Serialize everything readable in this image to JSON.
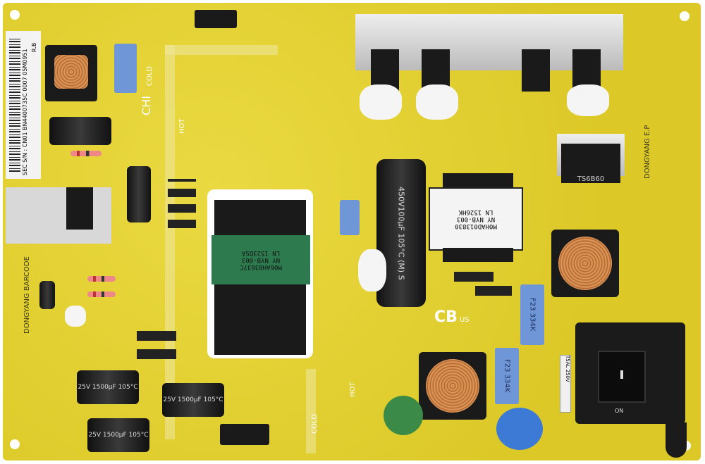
{
  "barcode": {
    "text": "SEC S/N : CN01 BN4400735C 0007 05M0951",
    "rev": "R.B"
  },
  "labels": {
    "dongyang_barcode": "DONGYANG BARCODE",
    "dongyang_ep": "DONGYANG E.P",
    "hot_left": "HOT",
    "cold_left": "COLD",
    "hot_bottom": "HOT",
    "cold_bottom": "COLD",
    "cb": "CB",
    "us": "US",
    "on": "ON",
    "chi": "CHI"
  },
  "main_transformer": {
    "lines": [
      "M06AH03637C",
      "NY NYB-003",
      "LN 1523DSA"
    ]
  },
  "standby_transformer": {
    "lines": [
      "M0HAD013830",
      "NY NYB-003",
      "LN 1526HK"
    ]
  },
  "bulk_capacitor": {
    "text": "450V100µF 105°C (M) S"
  },
  "small_caps": [
    {
      "text": "25V 1500µF 105°C"
    },
    {
      "text": "25V 1500µF 105°C"
    },
    {
      "text": "25V 1500µF 105°C"
    }
  ],
  "film_caps": [
    {
      "text": "F23 334K"
    },
    {
      "text": "F23 334K"
    }
  ],
  "bridge_rectifier": {
    "text": "TS6B60"
  },
  "fuse": {
    "text": "T5AL 250V"
  },
  "colors": {
    "board": "#e3d22e",
    "transformer_tape": "#2d7a4f",
    "heatsink": "#d8d8d8",
    "film_cap": "#6f96d6"
  }
}
